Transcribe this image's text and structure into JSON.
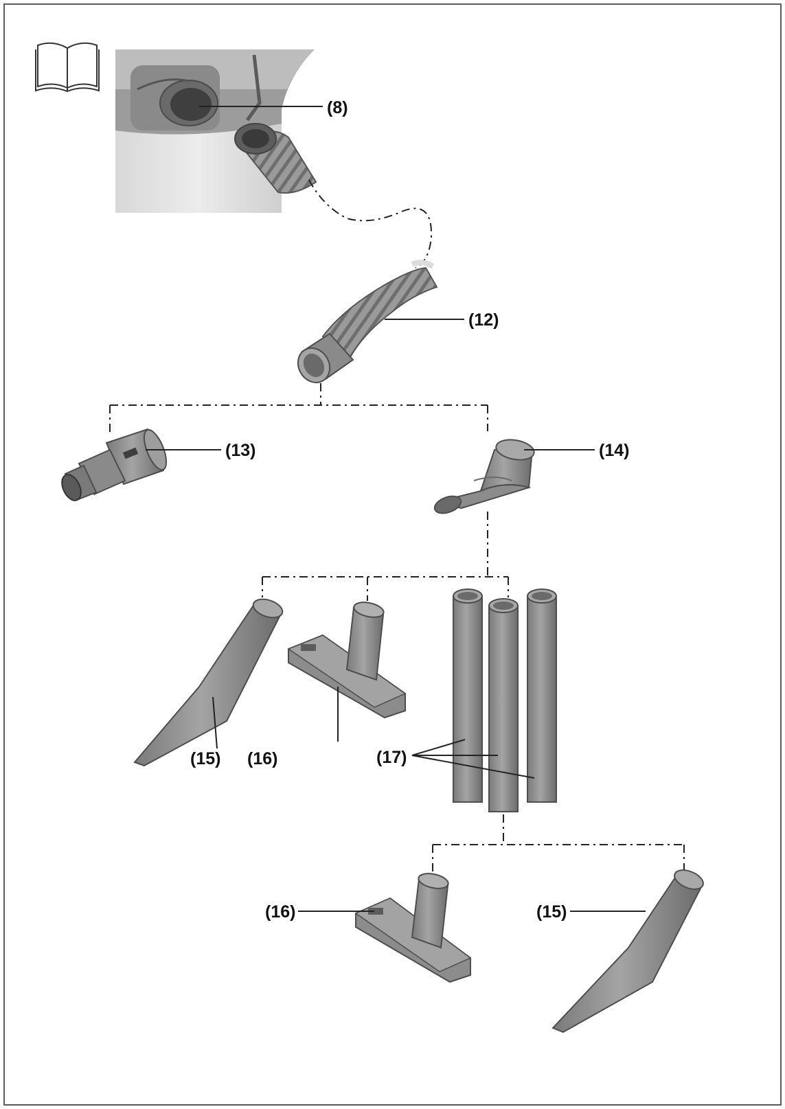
{
  "colors": {
    "frame": "#5a5a5a",
    "part_fill": "#8e8e8e",
    "part_dark": "#6e6e6e",
    "part_light": "#b8b8b8",
    "leader": "#222222",
    "text": "#111111",
    "background": "#ffffff"
  },
  "icons": {
    "manual": "open-book-icon"
  },
  "callouts": {
    "hose_socket": "(8)",
    "suction_hose": "(12)",
    "tool_adapter": "(13)",
    "hose_elbow": "(14)",
    "crevice_nozzle_top": "(15)",
    "upholstery_nozzle_top": "(16)",
    "extension_tubes": "(17)",
    "upholstery_nozzle_bottom": "(16)",
    "crevice_nozzle_bottom": "(15)"
  }
}
